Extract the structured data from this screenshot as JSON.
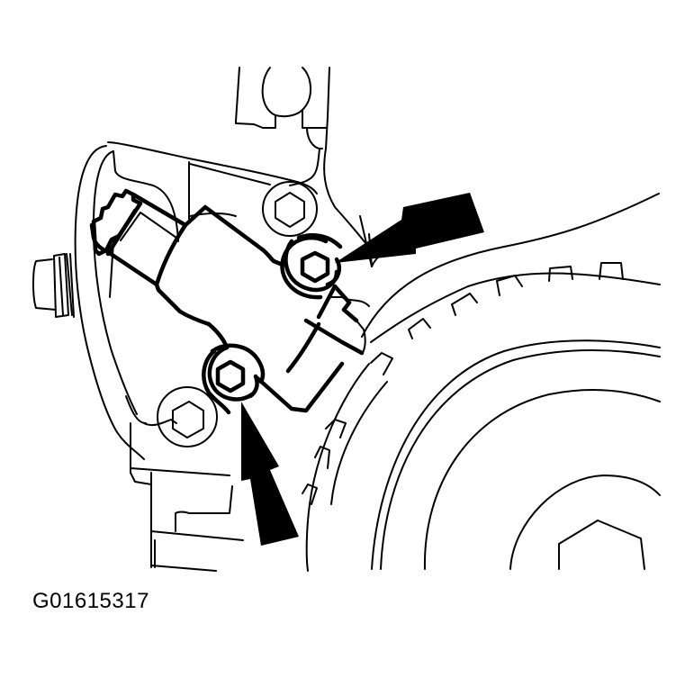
{
  "figure": {
    "caption_code": "G01615317",
    "subject": "Sensor mounted on engine housing beside toothed reluctor wheel / pulley",
    "callouts": [
      {
        "name": "upper-bolt-arrow",
        "points_to": "upper mounting bolt"
      },
      {
        "name": "lower-bolt-arrow",
        "points_to": "lower mounting bolt"
      }
    ],
    "colors": {
      "line": "#000000",
      "background": "#ffffff"
    }
  }
}
